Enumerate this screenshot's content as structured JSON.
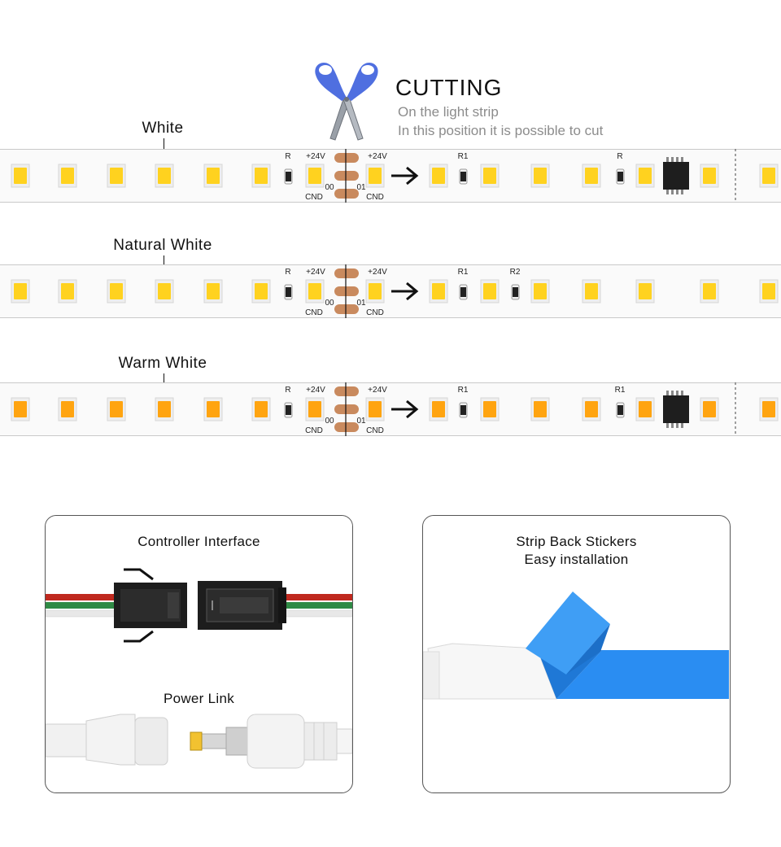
{
  "cutting": {
    "title": "CUTTING",
    "line1": "On the light strip",
    "line2": "In this position it is possible to cut"
  },
  "strips": [
    {
      "label": "White",
      "led_color": "#ffd21f"
    },
    {
      "label": "Natural White",
      "led_color": "#ffd21f"
    },
    {
      "label": "Warm White",
      "led_color": "#ffa410"
    }
  ],
  "pcb_labels": {
    "r": "R",
    "r1": "R1",
    "r2": "R2",
    "plus24v": "+24V",
    "gnd": "CND",
    "pad_00": "00",
    "pad_01": "01"
  },
  "panels": {
    "controller_interface": "Controller Interface",
    "power_link": "Power Link",
    "stickers_line1": "Strip Back Stickers",
    "stickers_line2": "Easy installation"
  },
  "colors": {
    "scissors_handle": "#4f6fe0",
    "pad_copper": "#c98a5e",
    "tape_blue": "#2a8df2",
    "wire_red": "#c0291f",
    "wire_green": "#2f8a45"
  }
}
